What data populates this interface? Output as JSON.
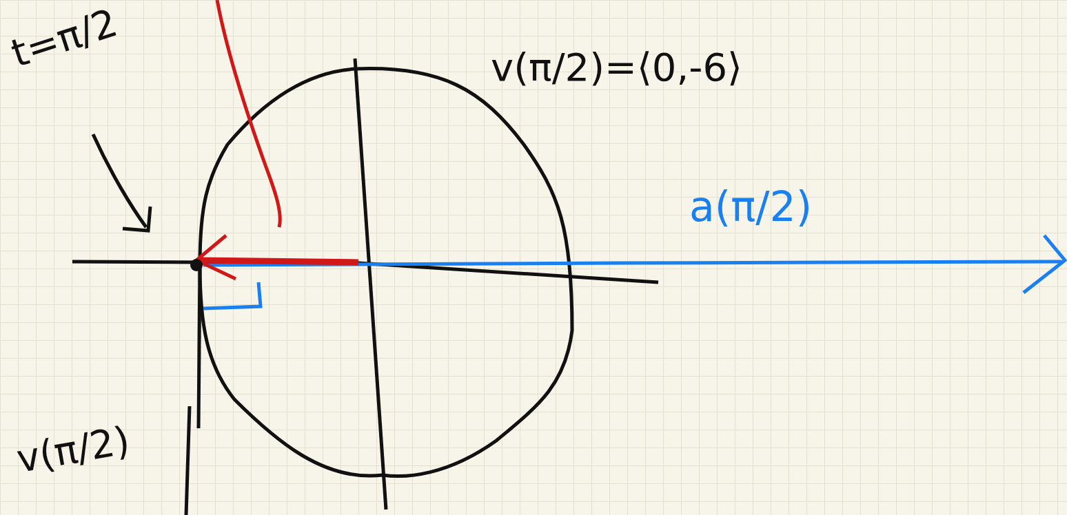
{
  "diagram": {
    "labels": [
      "t=π/2",
      "v(π/2)=⟨0,-6⟩",
      "a(π/2)",
      "v(π/2)"
    ]
  }
}
